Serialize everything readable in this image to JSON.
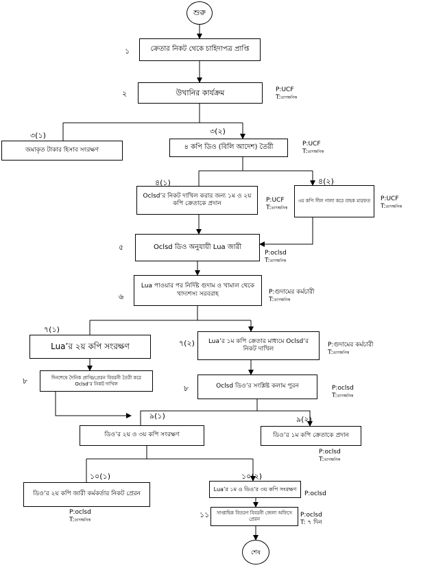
{
  "flowchart": {
    "start": "শুরু",
    "end": "শেষ",
    "steps": {
      "s1": {
        "num": "১",
        "text": "ক্রেতার নিকট থেকে চাহিদাপত্র প্রাপ্তি"
      },
      "s2": {
        "num": "২",
        "text": "উখানির কার্যক্রম",
        "resp_p": "P:UCF",
        "resp_t": "T:",
        "resp_t_note": "তাৎক্ষনিক"
      },
      "s3a": {
        "num": "৩(১)",
        "text": "জমাকৃত টাকার হিসাব সংরক্ষণ"
      },
      "s3b": {
        "num": "৩(২)",
        "text": "৪ কপি ডিও (বিলি আদেশ) তৈরী",
        "resp_p": "P:UCF",
        "resp_t": "T:",
        "resp_t_note": "তাৎক্ষনিক"
      },
      "s4a": {
        "num": "৪(১)",
        "text": "Oclsd’র নিকট দাখিল করার জন্য ১ম ও ২য় কপি ক্রেতাকে প্রদান",
        "resp_p": "P:UCF",
        "resp_t": "T:",
        "resp_t_note": "তাৎক্ষনিক"
      },
      "s4b": {
        "num": "৪(২)",
        "text": "৩য় কপি সীল গালা করে বাহক মারফত",
        "resp_p": "P:UCF",
        "resp_t": "T:",
        "resp_t_note": "তাৎক্ষনিক"
      },
      "s5": {
        "num": "৫",
        "text": "Oclsd ডিও অনুযায়ী Lua জারী",
        "resp_p": "P:oclsd",
        "resp_t": "T:",
        "resp_t_note": "তাৎক্ষনিক"
      },
      "s6": {
        "num": "৬",
        "text": "Lua পাওয়ার পর নির্দিষ্ট গুদাম ও খামাল থেকে খাদ্যশস্য সরবরাহ",
        "resp_p": "P:গুদামের কর্মচারী",
        "resp_t": "T:",
        "resp_t_note": "তাৎক্ষনিক"
      },
      "s7a": {
        "num": "৭(১)",
        "text": "Lua’র ২য় কপি সংরক্ষণ"
      },
      "s7b": {
        "num": "৭(২)",
        "text": "Lua’র ১ম কপি ক্রেতার মাধ্যমে Oclsd’র নিকট দাখিল",
        "resp_p": "P:গুদামের কর্মচারী",
        "resp_t": "T:",
        "resp_t_note": "তাৎক্ষনিক"
      },
      "s8a": {
        "num": "৮",
        "text": "দিনশেষে দৈনিক প্রাপ্তি/প্রেরন বিবরনী তৈরী করে Oclsd’র নিকট দাখিল"
      },
      "s8b": {
        "num": "৮",
        "text": "Oclsd ডিও’র সংশ্লিষ্ট কলাম পুরন",
        "resp_p": "P:oclsd",
        "resp_t": "T:",
        "resp_t_note": "তাৎক্ষনিক"
      },
      "s9a": {
        "num": "৯(১)",
        "text": "ডিও’র ২য় ও ৩য় কপি সংরক্ষণ"
      },
      "s9b": {
        "num": "৯(২)",
        "text": "ডিও’র ১ম কপি ক্রেতাকে প্রদান",
        "resp_p": "P:oclsd",
        "resp_t": "T:",
        "resp_t_note": "তাৎক্ষনিক"
      },
      "s10a": {
        "num": "১০(১)",
        "text": "ডিও’র ২য় কপি জারী কর্মকর্তার নিকট প্রেরন",
        "resp_p": "P:oclsd",
        "resp_t": "T:",
        "resp_t_note": "তাৎক্ষনিক"
      },
      "s10b": {
        "num": "১০(২)",
        "text": "Lua’র ১ম ও ডিও’র ৩য় কপি সংরক্ষণ",
        "resp_p": "P:oclsd"
      },
      "s11": {
        "num": "১১",
        "text": "সাপ্তাহিক বিতরণ বিবরনী জেলা অফিসে প্রেরন",
        "resp_p": "P:oclsd",
        "resp_t": "T: ৭ দিন"
      }
    }
  }
}
